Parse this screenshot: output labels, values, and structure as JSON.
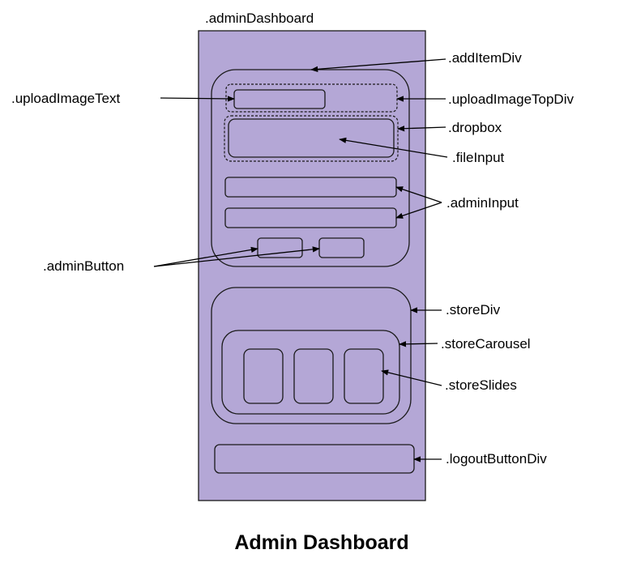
{
  "diagram": {
    "title": "Admin Dashboard",
    "colors": {
      "dashboard_fill": "#b4a7d6",
      "outline": "#1a1a1a",
      "text": "#000000"
    },
    "labels": {
      "admin_dashboard": ".adminDashboard",
      "add_item_div": ".addItemDiv",
      "upload_image_text": ".uploadImageText",
      "upload_image_top_div": ".uploadImageTopDiv",
      "dropbox": ".dropbox",
      "file_input": ".fileInput",
      "admin_input": ".adminInput",
      "admin_button": ".adminButton",
      "store_div": ".storeDiv",
      "store_carousel": ".storeCarousel",
      "store_slides": ".storeSlides",
      "logout_button_div": ".logoutButtonDiv"
    }
  }
}
